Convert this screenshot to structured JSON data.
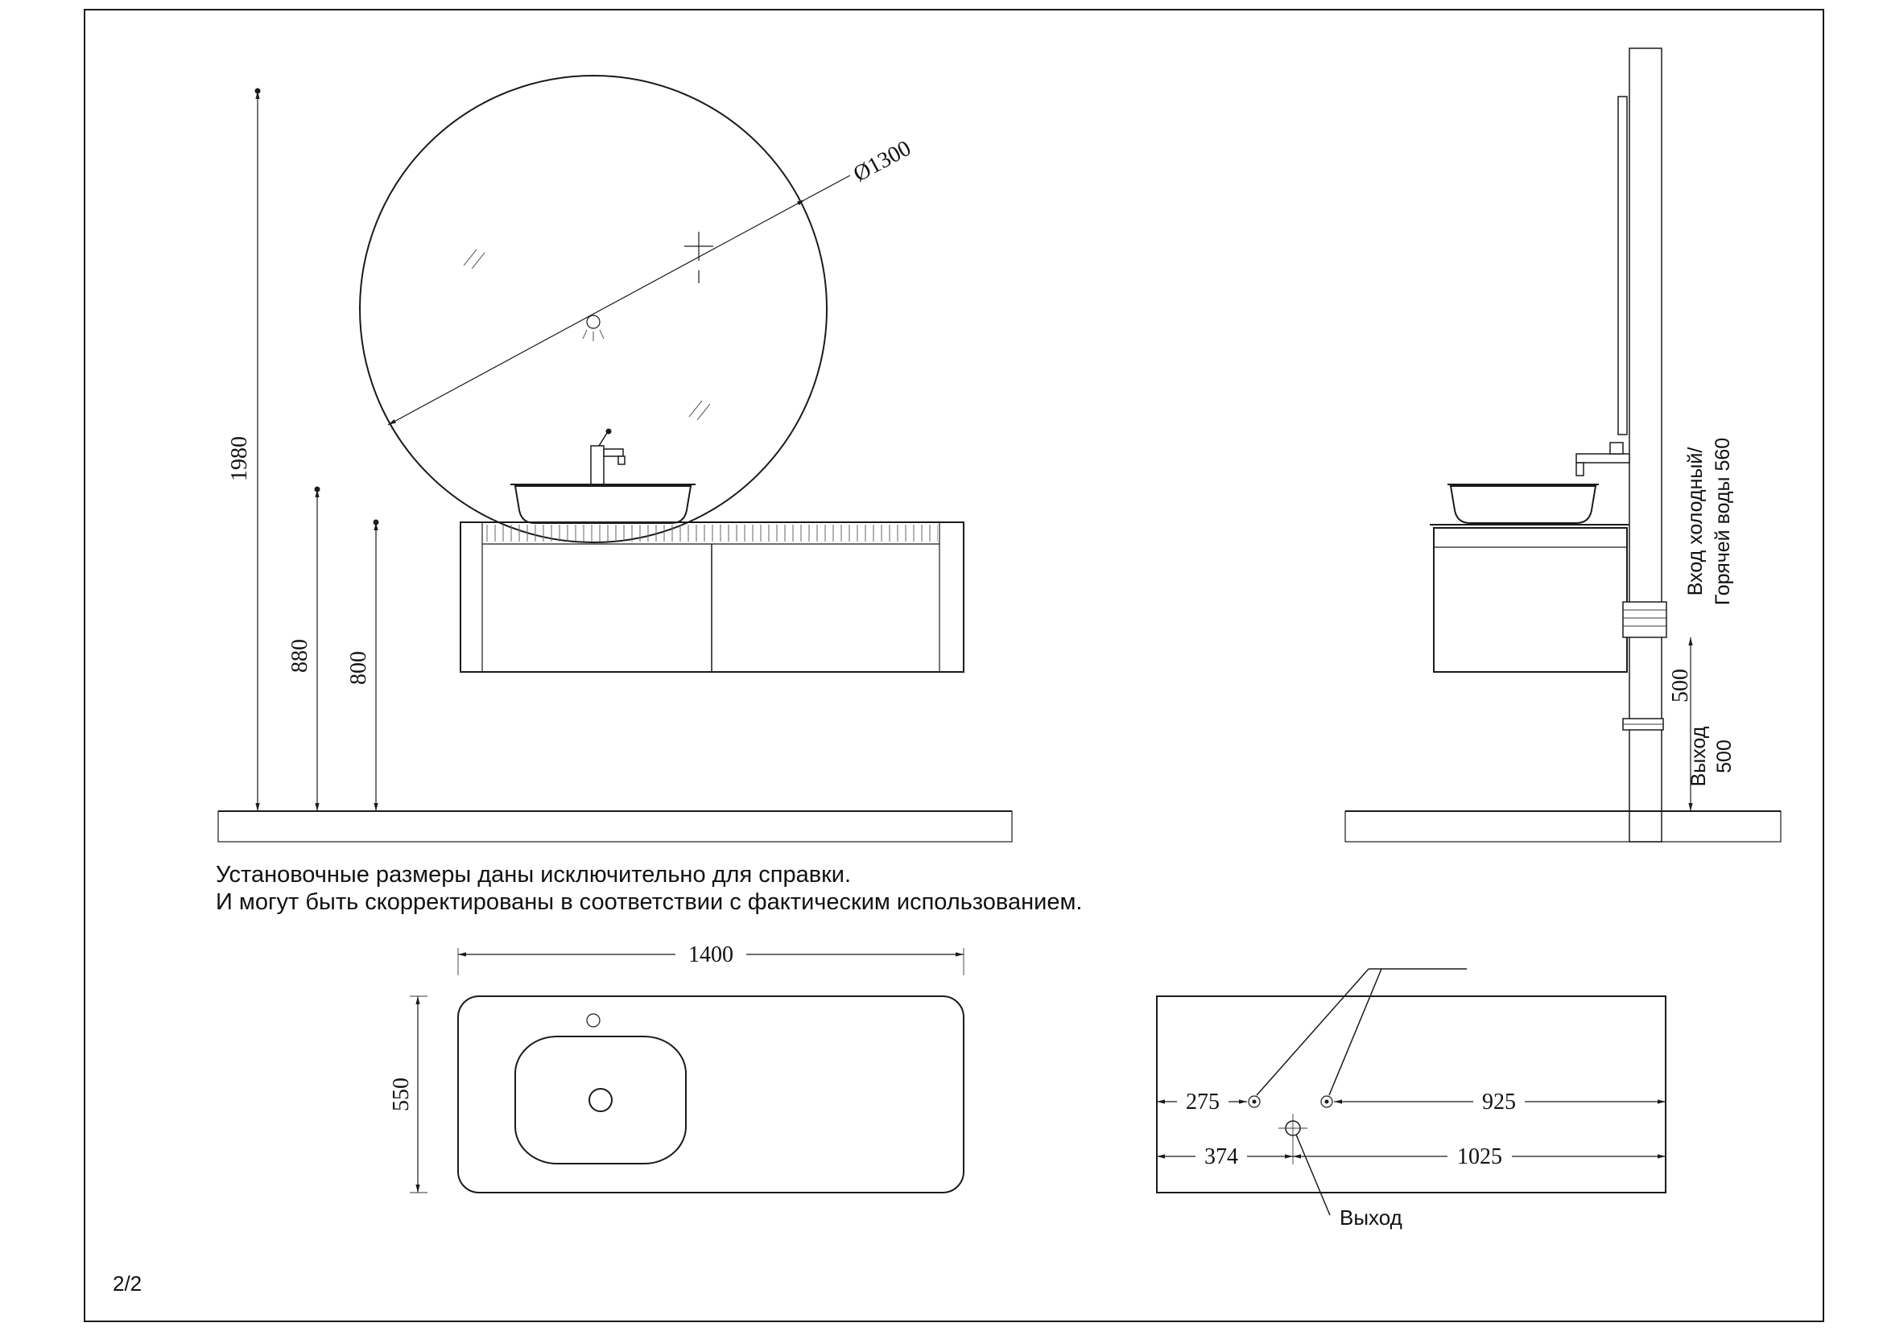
{
  "page": {
    "number": "2/2"
  },
  "note": {
    "line1": "Установочные размеры даны исключительно для справки.",
    "line2": "И могут быть скорректированы в соответствии с фактическим использованием."
  },
  "front_view": {
    "total_height": "1980",
    "basin_height": "880",
    "counter_height": "800",
    "mirror_diameter": "Ø1300"
  },
  "side_view": {
    "inlet_line1": "Вход холодный/",
    "inlet_line2": "Горячей воды 560",
    "outlet_height_dim": "500",
    "outlet_label": "Выход",
    "outlet_height": "500"
  },
  "plan_left": {
    "width": "1400",
    "depth": "550"
  },
  "plan_right": {
    "hole_left_offset": "275",
    "hole_right_offset": "925",
    "drain_left_offset": "374",
    "drain_right_offset": "1025",
    "outlet_label": "Выход"
  }
}
